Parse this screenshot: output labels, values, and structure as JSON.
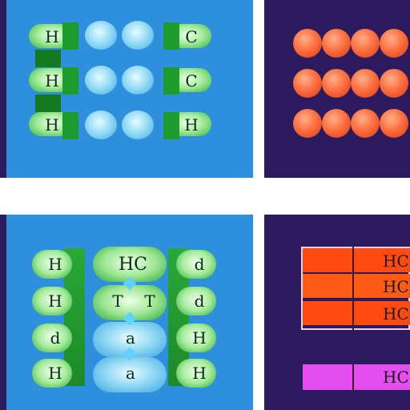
{
  "top_left": {
    "left_glyphs": [
      "H",
      "H",
      "H"
    ],
    "right_glyphs": [
      "C",
      "C",
      "H"
    ]
  },
  "bottom_left": {
    "left_glyphs": [
      "H",
      "H",
      "d",
      "H"
    ],
    "center_glyphs": [
      "HC",
      "T",
      "T",
      "a",
      "a"
    ],
    "right_glyphs": [
      "d",
      "d",
      "H",
      "H"
    ]
  },
  "bottom_right": {
    "rows": [
      "HC",
      "HC",
      "HC"
    ],
    "highlight_row": "HC"
  },
  "colors": {
    "blue_panel": "#2e8fdc",
    "dark_panel": "#2b1a5e",
    "orange": "#ff4a12",
    "magenta": "#e44df0",
    "green": "#1f9a2c"
  }
}
